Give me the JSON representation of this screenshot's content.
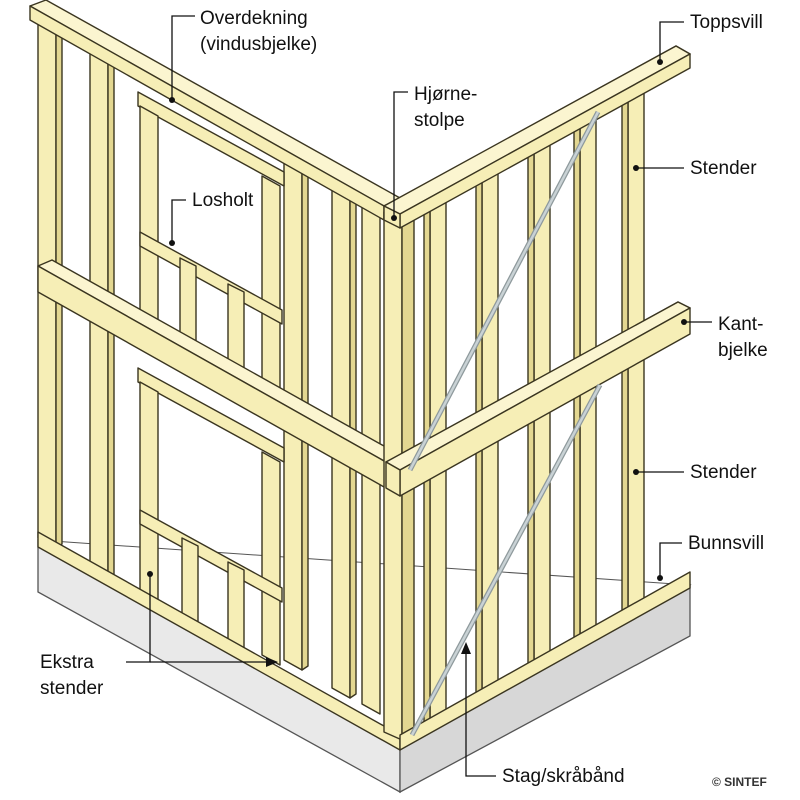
{
  "labels": {
    "overdekning_1": "Overdekning",
    "overdekning_2": "(vindusbjelke)",
    "toppsvill": "Toppsvill",
    "hjorne_1": "Hjørne-",
    "hjorne_2": "stolpe",
    "stender_upper": "Stender",
    "losholt": "Losholt",
    "kant_1": "Kant-",
    "kant_2": "bjelke",
    "stender_lower": "Stender",
    "bunnsvill": "Bunnsvill",
    "ekstra_1": "Ekstra",
    "ekstra_2": "stender",
    "stag": "Stag/skråbånd"
  },
  "copyright": "© SINTEF",
  "colors": {
    "wood_face": "#f6eeb6",
    "wood_side": "#e3d791",
    "foundation": "#e8e8e8",
    "outline": "#3a3520",
    "brace": "#b9c3c6"
  }
}
